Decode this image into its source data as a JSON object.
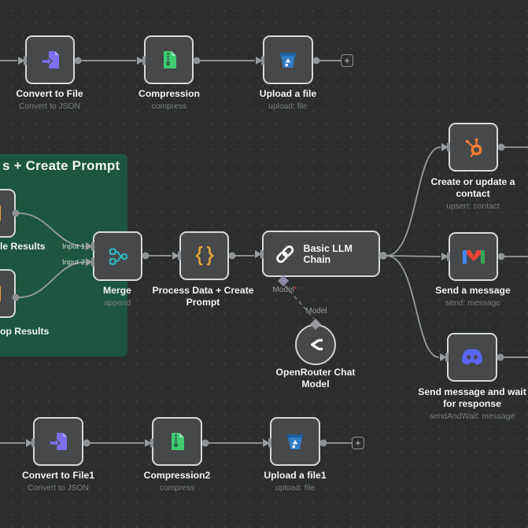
{
  "canvas": {
    "background": "#2c2d2d",
    "dot_color": "#3e3f3f"
  },
  "group": {
    "title": "s + Create Prompt",
    "color": "#1d5640"
  },
  "plus": "+",
  "labels": {
    "input1": "Input 1",
    "input2": "Input 2",
    "model_required": "Model",
    "required_star": "*",
    "model": "Model"
  },
  "nodes": {
    "convert_to_file": {
      "title": "Convert to File",
      "subtitle": "Convert to JSON",
      "icon": "file-convert-icon",
      "icon_color": "#7d6ef0"
    },
    "compression": {
      "title": "Compression",
      "subtitle": "compress",
      "icon": "zip-file-icon",
      "icon_color": "#3ecb72"
    },
    "upload_a_file": {
      "title": "Upload a file",
      "subtitle": "upload: file",
      "icon": "bucket-icon",
      "icon_color": "#2e7cc4"
    },
    "partial_top": {
      "title": "le Results"
    },
    "partial_bottom": {
      "title": "op Results"
    },
    "merge": {
      "title": "Merge",
      "subtitle": "append",
      "icon": "merge-icon",
      "icon_color": "#2fb5bf"
    },
    "process_data": {
      "title": "Process Data + Create Prompt",
      "icon": "code-braces-icon",
      "icon_color": "#e8a33d"
    },
    "basic_llm_chain": {
      "title": "Basic LLM Chain",
      "icon": "chain-icon",
      "icon_color": "#ffffff"
    },
    "openrouter": {
      "title": "OpenRouter Chat Model",
      "icon": "openrouter-icon",
      "icon_color": "#ffffff"
    },
    "hubspot": {
      "title": "Create or update a contact",
      "subtitle": "upsert: contact",
      "icon": "hubspot-icon",
      "icon_color": "#ff7a30"
    },
    "gmail": {
      "title": "Send a message",
      "subtitle": "send: message",
      "icon": "gmail-icon"
    },
    "discord": {
      "title": "Send message and wait for response",
      "subtitle": "sendAndWait: message",
      "icon": "discord-icon",
      "icon_color": "#5865f2"
    },
    "convert_to_file1": {
      "title": "Convert to File1",
      "subtitle": "Convert to JSON",
      "icon": "file-convert-icon",
      "icon_color": "#7d6ef0"
    },
    "compression2": {
      "title": "Compression2",
      "subtitle": "compress",
      "icon": "zip-file-icon",
      "icon_color": "#3ecb72"
    },
    "upload_a_file1": {
      "title": "Upload a file1",
      "subtitle": "upload: file",
      "icon": "bucket-icon",
      "icon_color": "#2e7cc4"
    }
  }
}
